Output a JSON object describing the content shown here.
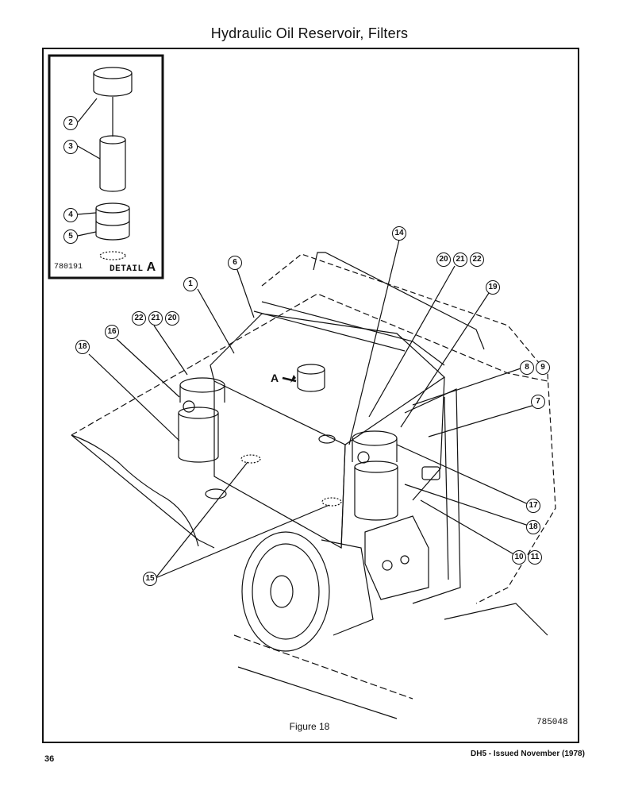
{
  "page_title": "Hydraulic Oil Reservoir, Filters",
  "figure_caption": "Figure 18",
  "drawing_number": "785048",
  "page_number": "36",
  "issue_info": "DH5 - Issued November (1978)",
  "detail": {
    "drawing_number": "780191",
    "label": "DETAIL",
    "letter": "A"
  },
  "view_arrow_letter": "A",
  "callouts": [
    {
      "id": "c2",
      "label": "2"
    },
    {
      "id": "c3",
      "label": "3"
    },
    {
      "id": "c4",
      "label": "4"
    },
    {
      "id": "c5",
      "label": "5"
    },
    {
      "id": "c14",
      "label": "14"
    },
    {
      "id": "c20a",
      "label": "20"
    },
    {
      "id": "c21a",
      "label": "21"
    },
    {
      "id": "c22a",
      "label": "22"
    },
    {
      "id": "c6",
      "label": "6"
    },
    {
      "id": "c19",
      "label": "19"
    },
    {
      "id": "c1",
      "label": "1"
    },
    {
      "id": "c22b",
      "label": "22"
    },
    {
      "id": "c21b",
      "label": "21"
    },
    {
      "id": "c20b",
      "label": "20"
    },
    {
      "id": "c16",
      "label": "16"
    },
    {
      "id": "c18a",
      "label": "18"
    },
    {
      "id": "c8",
      "label": "8"
    },
    {
      "id": "c9",
      "label": "9"
    },
    {
      "id": "c7",
      "label": "7"
    },
    {
      "id": "c17",
      "label": "17"
    },
    {
      "id": "c18b",
      "label": "18"
    },
    {
      "id": "c10",
      "label": "10"
    },
    {
      "id": "c11",
      "label": "11"
    },
    {
      "id": "c15",
      "label": "15"
    }
  ]
}
